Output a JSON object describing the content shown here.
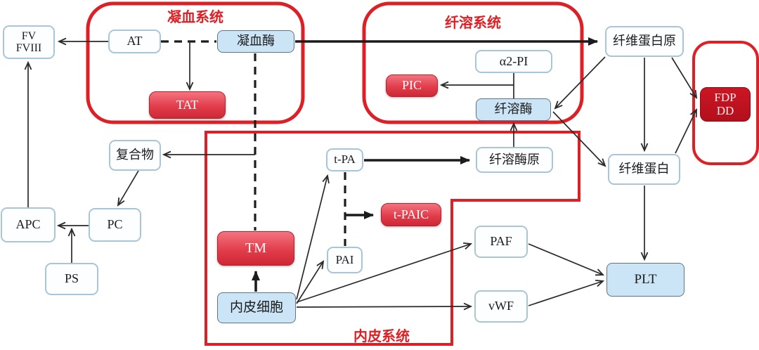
{
  "diagram": {
    "groups": {
      "coagulation": {
        "title": "凝血系统"
      },
      "fibrinolysis": {
        "title": "纤溶系统"
      },
      "endothelial": {
        "title": "内皮系统"
      }
    },
    "nodes": {
      "fv_fviii": {
        "lines": [
          "FV",
          "FVIII"
        ]
      },
      "at": {
        "label": "AT"
      },
      "thrombin": {
        "label": "凝血酶"
      },
      "tat": {
        "label": "TAT"
      },
      "complex": {
        "label": "复合物"
      },
      "apc": {
        "label": "APC"
      },
      "pc": {
        "label": "PC"
      },
      "ps": {
        "label": "PS"
      },
      "a2pi": {
        "label": "α2-PI"
      },
      "pic": {
        "label": "PIC"
      },
      "plasmin": {
        "label": "纤溶酶"
      },
      "plasminogen": {
        "label": "纤溶酶原"
      },
      "tpa": {
        "label": "t-PA"
      },
      "pai": {
        "label": "PAI"
      },
      "tpaic": {
        "label": "t-PAIC"
      },
      "tm": {
        "label": "TM"
      },
      "endothelial_cell": {
        "label": "内皮细胞"
      },
      "paf": {
        "label": "PAF"
      },
      "vwf": {
        "label": "vWF"
      },
      "plt": {
        "label": "PLT"
      },
      "fibrinogen": {
        "label": "纤维蛋白原"
      },
      "fibrin": {
        "label": "纤维蛋白"
      },
      "fdp_dd": {
        "lines": [
          "FDP",
          "DD"
        ]
      }
    },
    "edges": [
      {
        "from": "at",
        "to": "fv_fviii",
        "style": "thin-arrow"
      },
      {
        "from": "apc",
        "to": "fv_fviii",
        "style": "thin-arrow"
      },
      {
        "from": "pc",
        "to": "apc",
        "style": "thin-arrow"
      },
      {
        "from": "ps",
        "to": "pc-apc-line",
        "style": "thin-arrow"
      },
      {
        "from": "complex",
        "to": "pc",
        "style": "thin-arrow"
      },
      {
        "from": "thrombin-tm-line",
        "to": "complex",
        "style": "thin-arrow"
      },
      {
        "from": "at-thrombin-line",
        "to": "tat",
        "style": "thin-arrow"
      },
      {
        "from": "at",
        "to": "thrombin",
        "style": "dashed"
      },
      {
        "from": "thrombin",
        "to": "tm",
        "style": "dashed"
      },
      {
        "from": "thrombin",
        "to": "fibrinogen",
        "style": "thick-arrow"
      },
      {
        "from": "a2pi",
        "to": "plasmin",
        "style": "line"
      },
      {
        "from": "a2pi-plasmin-line",
        "to": "pic",
        "style": "thin-arrow"
      },
      {
        "from": "plasminogen",
        "to": "plasmin",
        "style": "thin-arrow"
      },
      {
        "from": "tpa",
        "to": "plasminogen",
        "style": "thick-arrow"
      },
      {
        "from": "tpa",
        "to": "pai",
        "style": "dashed"
      },
      {
        "from": "tpa-pai-line",
        "to": "tpaic",
        "style": "thick-arrow"
      },
      {
        "from": "endothelial_cell",
        "to": "tm",
        "style": "thick-arrow"
      },
      {
        "from": "endothelial_cell",
        "to": "tpa",
        "style": "thin-arrow"
      },
      {
        "from": "endothelial_cell",
        "to": "pai",
        "style": "thin-arrow"
      },
      {
        "from": "endothelial_cell",
        "to": "paf",
        "style": "thin-arrow"
      },
      {
        "from": "endothelial_cell",
        "to": "vwf",
        "style": "thin-arrow"
      },
      {
        "from": "paf",
        "to": "plt",
        "style": "thin-arrow"
      },
      {
        "from": "vwf",
        "to": "plt",
        "style": "thin-arrow"
      },
      {
        "from": "fibrinogen",
        "to": "fibrin",
        "style": "thin-arrow"
      },
      {
        "from": "fibrinogen",
        "to": "plasmin",
        "style": "thin-arrow"
      },
      {
        "from": "plasmin",
        "to": "fibrin",
        "style": "thin-arrow"
      },
      {
        "from": "fibrinogen",
        "to": "fdp_dd",
        "style": "thin-arrow"
      },
      {
        "from": "fibrin",
        "to": "fdp_dd",
        "style": "thin-arrow"
      },
      {
        "from": "fibrin",
        "to": "plt",
        "style": "thin-arrow"
      }
    ],
    "colors": {
      "container_red": "#dd2026",
      "red_box_gradient_top": "#f3747f",
      "red_box_gradient_bottom": "#ce2837",
      "dark_red_box": "#c01320",
      "blue_box": "#cbe5f6",
      "white_box_border": "#a9c6d8",
      "line": "#2a2a2a"
    }
  }
}
